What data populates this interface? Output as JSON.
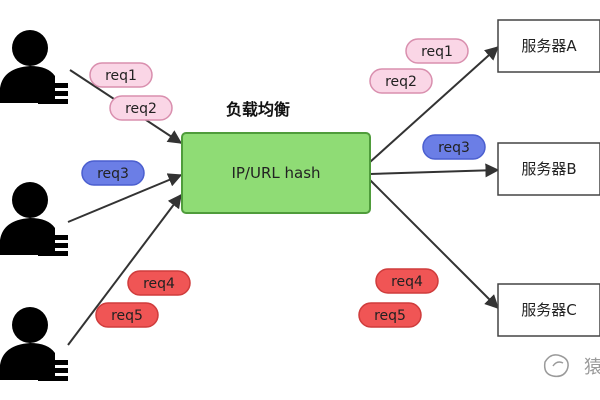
{
  "title": "负载均衡",
  "balancer": {
    "label": "IP/URL hash",
    "fill": "#8fdc75",
    "stroke": "#4f9c3b"
  },
  "servers": [
    "服务器A",
    "服务器B",
    "服务器C"
  ],
  "requests": {
    "incoming": [
      "req1",
      "req2",
      "req3",
      "req4",
      "req5"
    ],
    "to_server_a": [
      "req1",
      "req2"
    ],
    "to_server_b": [
      "req3"
    ],
    "to_server_c": [
      "req4",
      "req5"
    ]
  },
  "pill_colors": {
    "pink": {
      "fill": "#fad6e6",
      "stroke": "#d98fae"
    },
    "blue": {
      "fill": "#6b7ee6",
      "stroke": "#4b5fcf"
    },
    "red": {
      "fill": "#f05555",
      "stroke": "#cf3c3c"
    }
  },
  "watermark": "猿"
}
